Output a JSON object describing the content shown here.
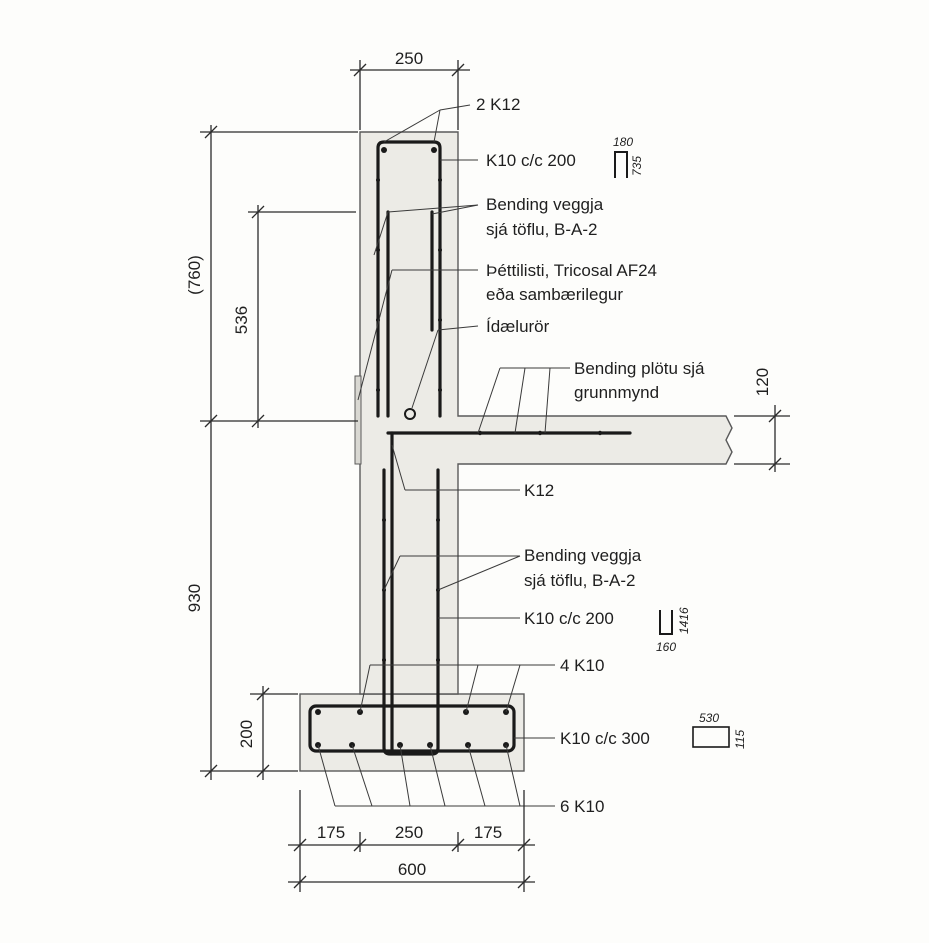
{
  "dimensions": {
    "wall_top_width": "250",
    "wall_upper_height": "(760)",
    "inner_height": "536",
    "wall_lower_height": "930",
    "footing_height": "200",
    "slab_thickness": "120",
    "footing_left": "175",
    "footing_mid": "250",
    "footing_right": "175",
    "footing_total": "600"
  },
  "labels": {
    "top_bars": "2 K12",
    "upper_stirrup": "K10 c/c 200",
    "bending_upper_line1": "Bending veggja",
    "bending_upper_line2": "sjá töflu,  B-A-2",
    "seal_line1": "Þéttilisti,  Tricosal AF24",
    "seal_line2": "eða sambærilegur",
    "grout_pipe": "Ídælurör",
    "slab_line1": "Bending plötu sjá",
    "slab_line2": "grunnmynd",
    "dowel": "K12",
    "bending_lower_line1": "Bending veggja",
    "bending_lower_line2": "sjá töflu,  B-A-2",
    "lower_stirrup": "K10 c/c 200",
    "footing_top_bars": "4 K10",
    "footing_stirrup": "K10 c/c 300",
    "footing_bottom_bars": "6 K10"
  },
  "shapes": {
    "upper_shape_top": "180",
    "upper_shape_side": "735",
    "lower_shape_side": "1416",
    "lower_shape_bottom": "160",
    "footing_shape_top": "530",
    "footing_shape_side": "115"
  }
}
